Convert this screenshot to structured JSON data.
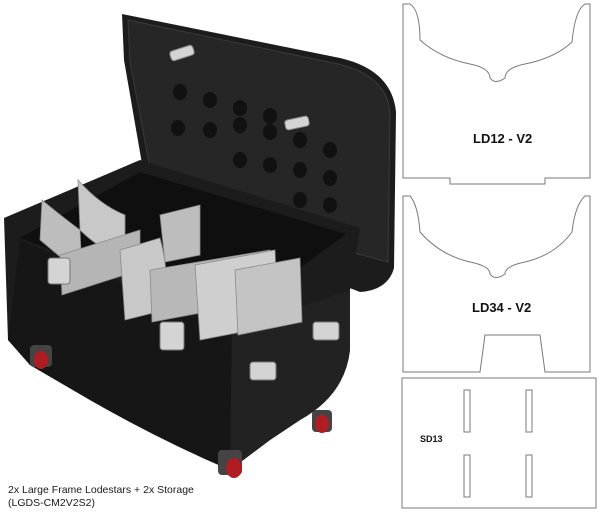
{
  "panels": {
    "top": {
      "label": "LD12 - V2"
    },
    "middle": {
      "label": "LD34 - V2"
    },
    "bottom": {
      "label": "SD13"
    }
  },
  "caption": {
    "line1": "2x Large Frame Lodestars + 2x Storage",
    "line2": "(LGDS-CM2V2S2)"
  },
  "colors": {
    "case_body": "#1c1c1c",
    "divider": "#bdbdbd",
    "hardware": "#d4d4d4",
    "wheel": "#b01c22",
    "outline": "#7a7a7a"
  }
}
